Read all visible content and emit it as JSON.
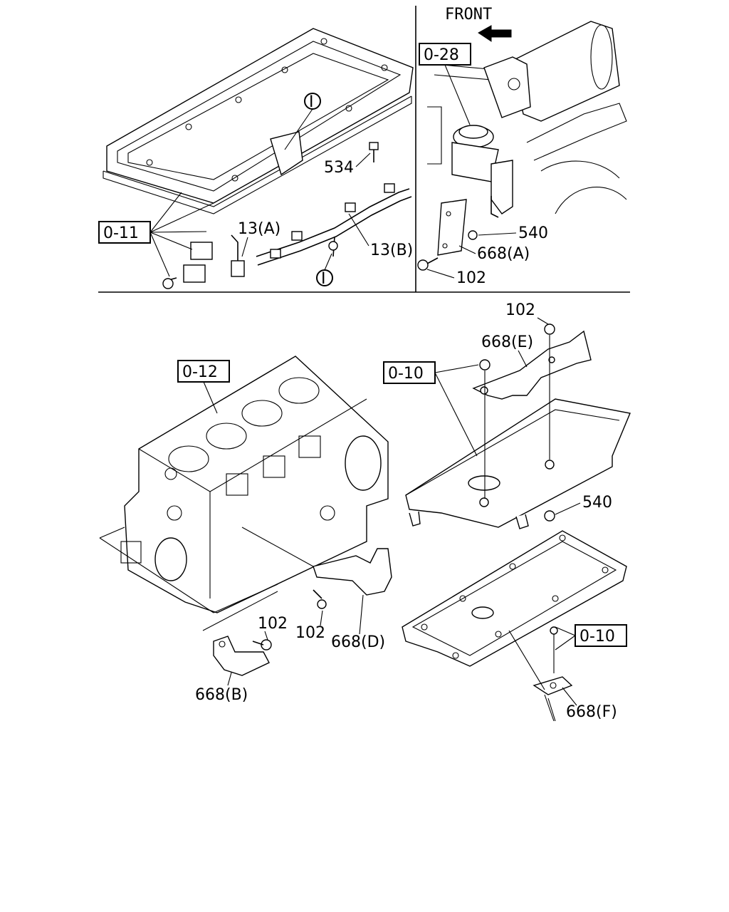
{
  "labels": {
    "front": "FRONT",
    "ref_0_11": "0-11",
    "ref_0_28": "0-28",
    "ref_0_12": "0-12",
    "ref_0_10_top": "0-10",
    "ref_0_10_bottom": "0-10",
    "p534": "534",
    "p13a": "13(A)",
    "p13b": "13(B)",
    "p540_top": "540",
    "p668a": "668(A)",
    "p102_top": "102",
    "p102_e": "102",
    "p668e": "668(E)",
    "p540_mid": "540",
    "p102_d": "102",
    "p668d": "668(D)",
    "p102_b": "102",
    "p668b": "668(B)",
    "p668f": "668(F)",
    "marker_i_1": "I",
    "marker_i_2": "I"
  }
}
